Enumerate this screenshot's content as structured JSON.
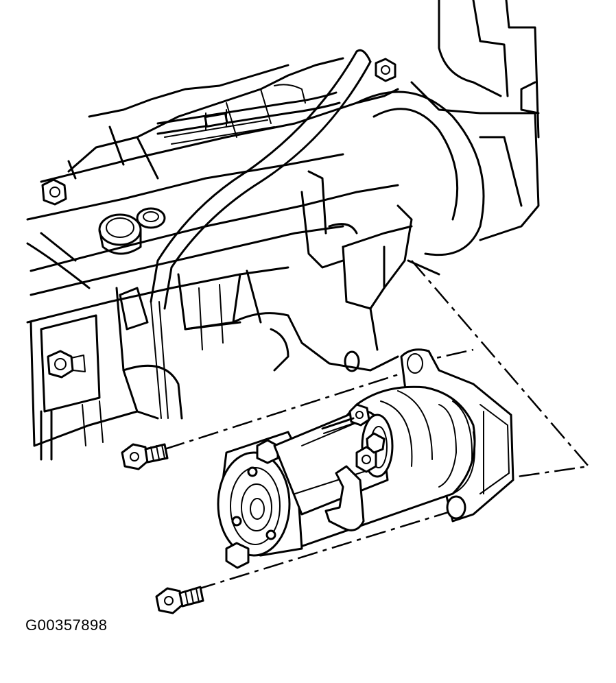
{
  "figure": {
    "id_label": "G00357898"
  },
  "illustration": {
    "subject": "starter-motor-removal",
    "parts": [
      "engine-block",
      "starter-motor",
      "upper-mounting-bolt",
      "lower-mounting-bolt",
      "battery-cable",
      "engine-wiring-harness"
    ]
  }
}
